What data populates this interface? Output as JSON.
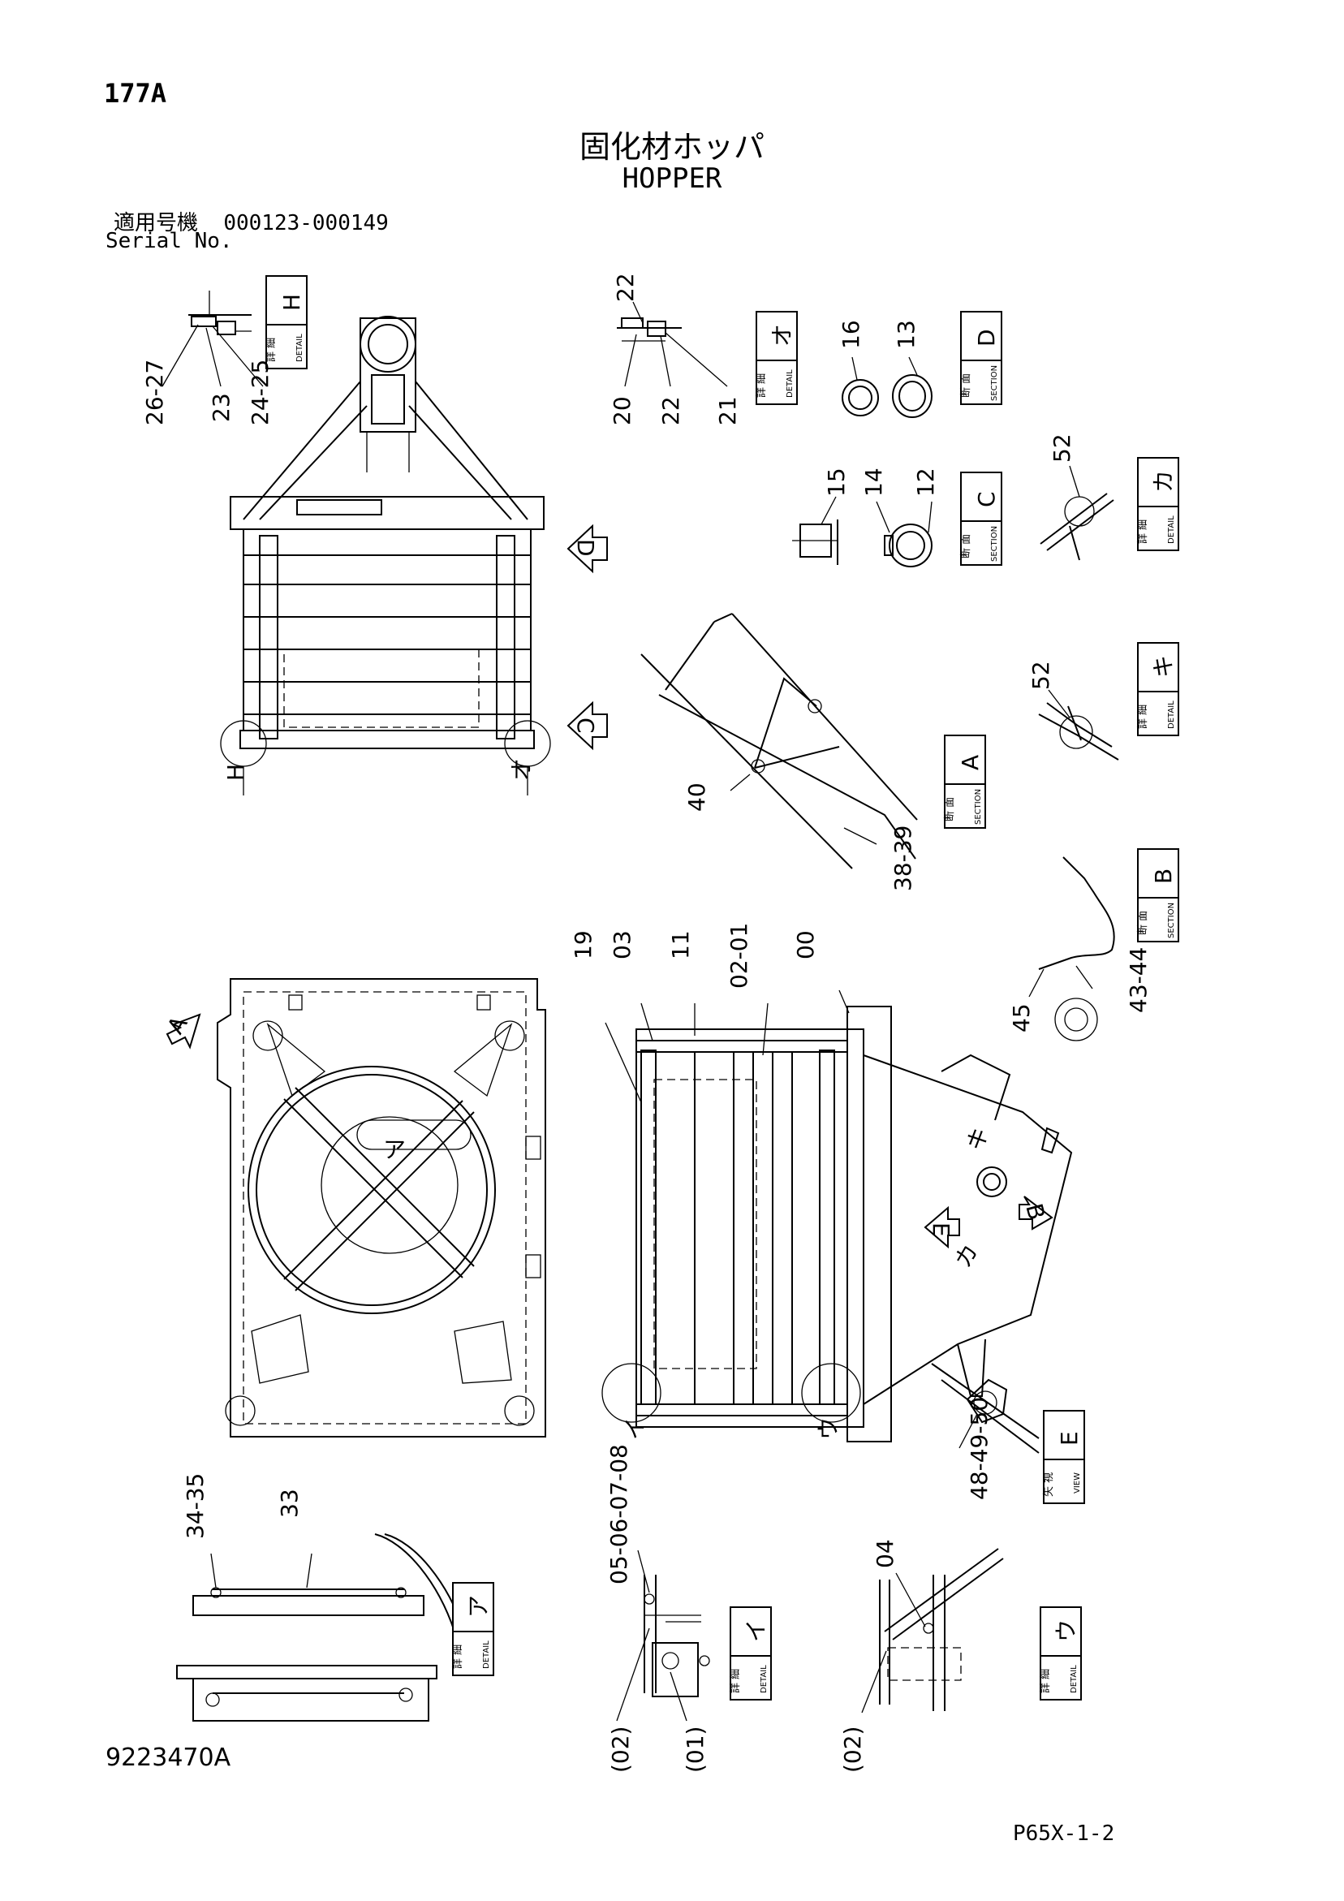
{
  "header": {
    "page_number": "177A",
    "title_jp": "固化材ホッパ",
    "title_en": "HOPPER",
    "serial_label_jp": "適用号機",
    "serial_range": "000123-000149",
    "serial_label_en": "Serial No."
  },
  "footer": {
    "document_number": "9223470A",
    "page_code": "P65X-1-2"
  },
  "view_labels": {
    "detail_h": {
      "letter": "H",
      "jp": "詳 細",
      "en": "DETAIL"
    },
    "detail_o": {
      "letter": "オ",
      "jp": "詳 細",
      "en": "DETAIL"
    },
    "section_d": {
      "letter": "D",
      "jp": "断 面",
      "en": "SECTION"
    },
    "section_c": {
      "letter": "C",
      "jp": "断 面",
      "en": "SECTION"
    },
    "detail_ka": {
      "letter": "カ",
      "jp": "詳 細",
      "en": "DETAIL"
    },
    "detail_ki": {
      "letter": "キ",
      "jp": "詳 細",
      "en": "DETAIL"
    },
    "section_a": {
      "letter": "A",
      "jp": "断 面",
      "en": "SECTION"
    },
    "section_b": {
      "letter": "B",
      "jp": "断 面",
      "en": "SECTION"
    },
    "view_e": {
      "letter": "E",
      "jp": "矢 視",
      "en": "VIEW"
    },
    "detail_a": {
      "letter": "ア",
      "jp": "詳 細",
      "en": "DETAIL"
    },
    "detail_i": {
      "letter": "イ",
      "jp": "詳 細",
      "en": "DETAIL"
    },
    "detail_u": {
      "letter": "ウ",
      "jp": "詳 細",
      "en": "DETAIL"
    }
  },
  "callouts": {
    "c26_27": "26-27",
    "c23": "23",
    "c24_25": "24-25",
    "c22a": "22",
    "c20": "20",
    "c22b": "22",
    "c21": "21",
    "c16": "16",
    "c13": "13",
    "c15": "15",
    "c14": "14",
    "c12": "12",
    "c52a": "52",
    "c52b": "52",
    "c40": "40",
    "c38_39": "38-39",
    "c19": "19",
    "c03": "03",
    "c11": "11",
    "c02_01": "02-01",
    "c00": "00",
    "c43_44": "43-44",
    "c45": "45",
    "c48_50": "48-49-50",
    "c34_35": "34-35",
    "c33": "33",
    "c05_08": "05-06-07-08",
    "c04": "04",
    "c02p_a": "(02)",
    "c01p": "(01)",
    "c02p_b": "(02)"
  },
  "view_markers": {
    "m_h": "H",
    "m_o": "オ",
    "m_d": "D",
    "m_c": "C",
    "m_a": "A",
    "m_b": "B",
    "m_e": "E",
    "m_ki": "キ",
    "m_ka": "カ",
    "m_ai": "ア",
    "m_i": "イ",
    "m_u": "ウ"
  }
}
